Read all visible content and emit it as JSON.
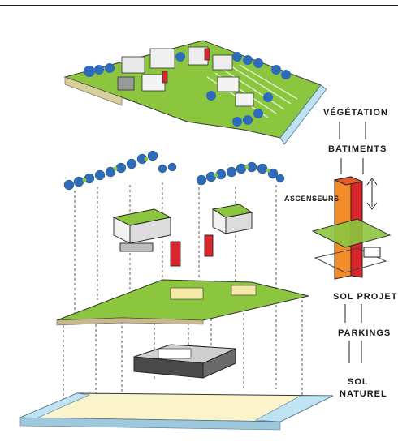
{
  "labels": {
    "vegetation": "VÉGÉTATION",
    "batiments": "BATIMENTS",
    "ascenseurs": "ASCENSEURS",
    "sol_projet": "SOL PROJET",
    "parkings": "PARKINGS",
    "sol_naturel_1": "SOL",
    "sol_naturel_2": "NATUREL"
  },
  "colors": {
    "grass": "#8cc63f",
    "tree": "#2e6bb8",
    "building_accent": "#d7262c",
    "tower_orange": "#f28c28",
    "ground": "#fbf3c9",
    "water": "#bfe3f2"
  }
}
